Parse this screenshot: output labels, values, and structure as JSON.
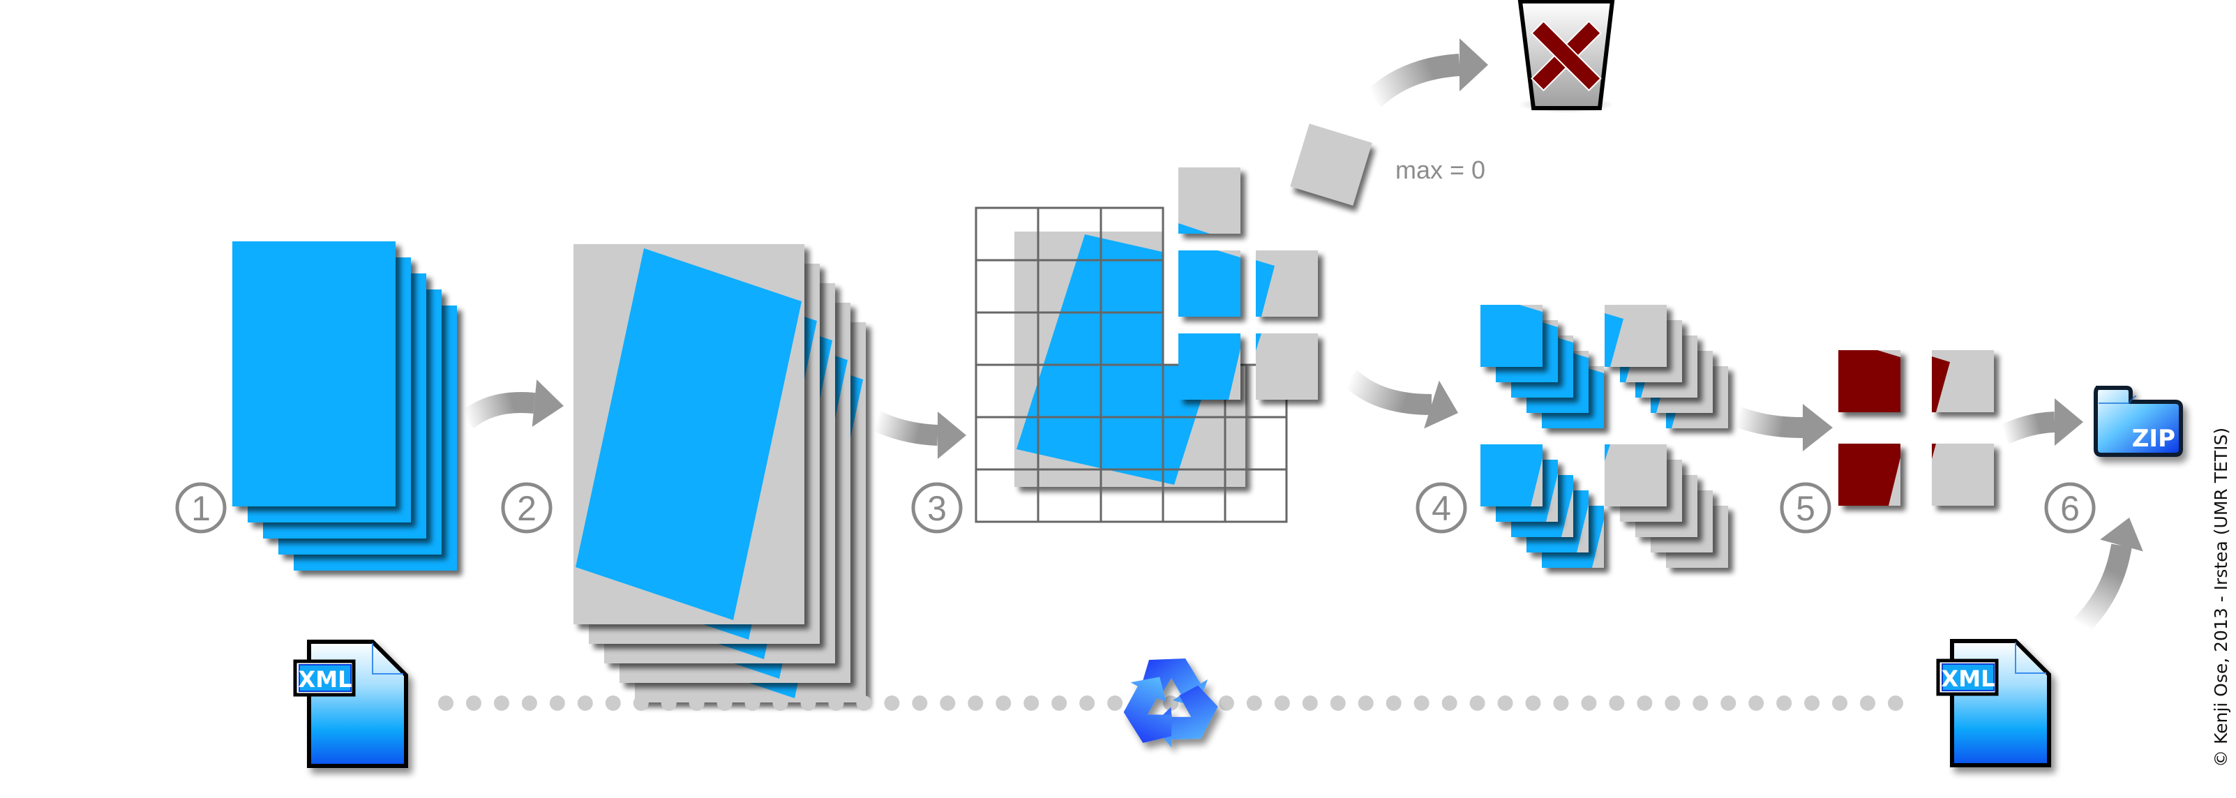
{
  "title": "Tiling workflow diagram",
  "colors": {
    "image_blue": "#0eadff",
    "nodata_gray": "#cccccc",
    "grid_line": "#666666",
    "arrow_gray": "#969696",
    "step_circle": "#8a8a8a",
    "mask_red": "#800000",
    "dot_gray": "#cccccc",
    "icon_outline": "#000000"
  },
  "steps": [
    {
      "number": "1",
      "label": "1",
      "description": "input image stack"
    },
    {
      "number": "2",
      "label": "2",
      "description": "reprojected image stack"
    },
    {
      "number": "3",
      "label": "3",
      "description": "grid tiling"
    },
    {
      "number": "4",
      "label": "4",
      "description": "tile stacks"
    },
    {
      "number": "5",
      "label": "5",
      "description": "masked tiles"
    },
    {
      "number": "6",
      "label": "6",
      "description": "zip archive"
    }
  ],
  "discard": {
    "condition_label": "max = 0",
    "icon": "trash-can-with-x-icon"
  },
  "icons": {
    "input_xml_label": "XML",
    "output_xml_label": "XML",
    "zip_label": "ZIP",
    "recycle": "recycle-icon"
  },
  "connector": {
    "style": "dotted",
    "dot_count": 53
  },
  "copyright": "© Kenji Ose, 2013 - Irstea (UMR TETIS)"
}
